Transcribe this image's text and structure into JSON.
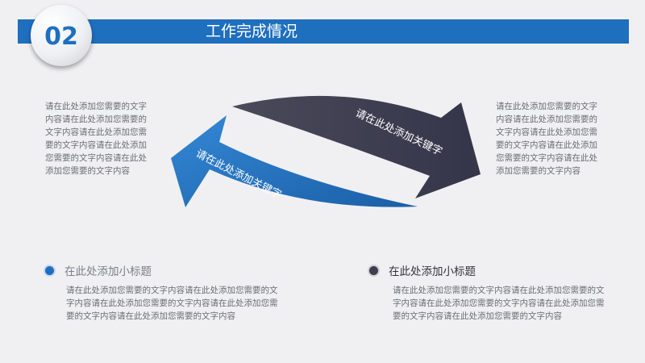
{
  "header": {
    "number": "02",
    "title": "工作完成情况"
  },
  "arrows": {
    "dark_label": "请在此处添加关键字",
    "blue_label": "请在此处添加关键字"
  },
  "colors": {
    "accent_blue": "#1f6fbf",
    "dark_arrow": "#3e3e4e"
  },
  "left_text": {
    "lines": [
      "请在此处添加您需要的文字",
      "内容请在此处添加您需要的",
      "文字内容请在此处添加您需",
      "要的文字内容请在此处添加",
      "您需要的文字内容请在此处",
      "添加您需要的文字内容"
    ]
  },
  "right_text": {
    "lines": [
      "请在此处添加您需要的文字",
      "内容请在此处添加您需要的",
      "文字内容请在此处添加您需",
      "要的文字内容请在此处添加",
      "您需要的文字内容请在此处",
      "添加您需要的文字内容"
    ]
  },
  "bottom_left": {
    "title": "在此处添加小标题",
    "lines": [
      "请在此处添加您需要的文字内容请在此处添加您需要的文",
      "字内容请在此处添加您需要的文字内容请在此处添加您需",
      "要的文字内容请在此处添加您需要的文字内容"
    ]
  },
  "bottom_right": {
    "title": "在此处添加小标题",
    "lines": [
      "请在此处添加您需要的文字内容请在此处添加您需要的文",
      "字内容请在此处添加您需要的文字内容请在此处添加您需",
      "要的文字内容请在此处添加您需要的文字内容"
    ]
  }
}
